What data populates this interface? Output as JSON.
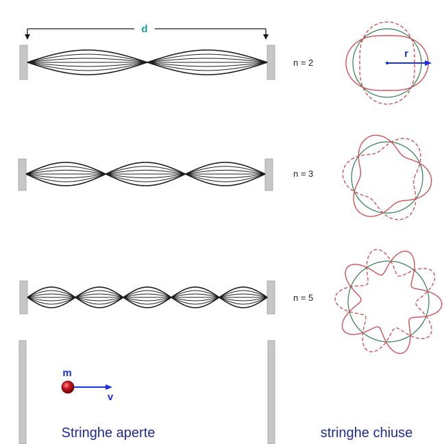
{
  "colors": {
    "wall": "#c7c7c7",
    "wall_edge": "#9b9b9b",
    "string": "#1d1d1d",
    "dimension": "#1a1a1a",
    "dimension_label": "#14a3a3",
    "closed_base": "#2e7d4f",
    "closed_wave": "#d0505a",
    "vector": "#1a2fe0",
    "caption": "#1f2b8f",
    "mode_label": "#222222",
    "mass_fill": "#c4161c",
    "mass_highlight": "#ff8a8a"
  },
  "dimension": {
    "label": "d"
  },
  "open_strings": [
    {
      "mode_label": "n = 2",
      "loops": 2
    },
    {
      "mode_label": "n = 3",
      "loops": 3
    },
    {
      "mode_label": "n = 5",
      "loops": 5
    }
  ],
  "closed_strings": [
    {
      "n": 2,
      "radius_label": "r"
    },
    {
      "n": 3
    },
    {
      "n": 5
    }
  ],
  "particle": {
    "mass_label": "m",
    "velocity_label": "v"
  },
  "captions": {
    "open": "Stringhe aperte",
    "closed": "stringhe chiuse"
  }
}
